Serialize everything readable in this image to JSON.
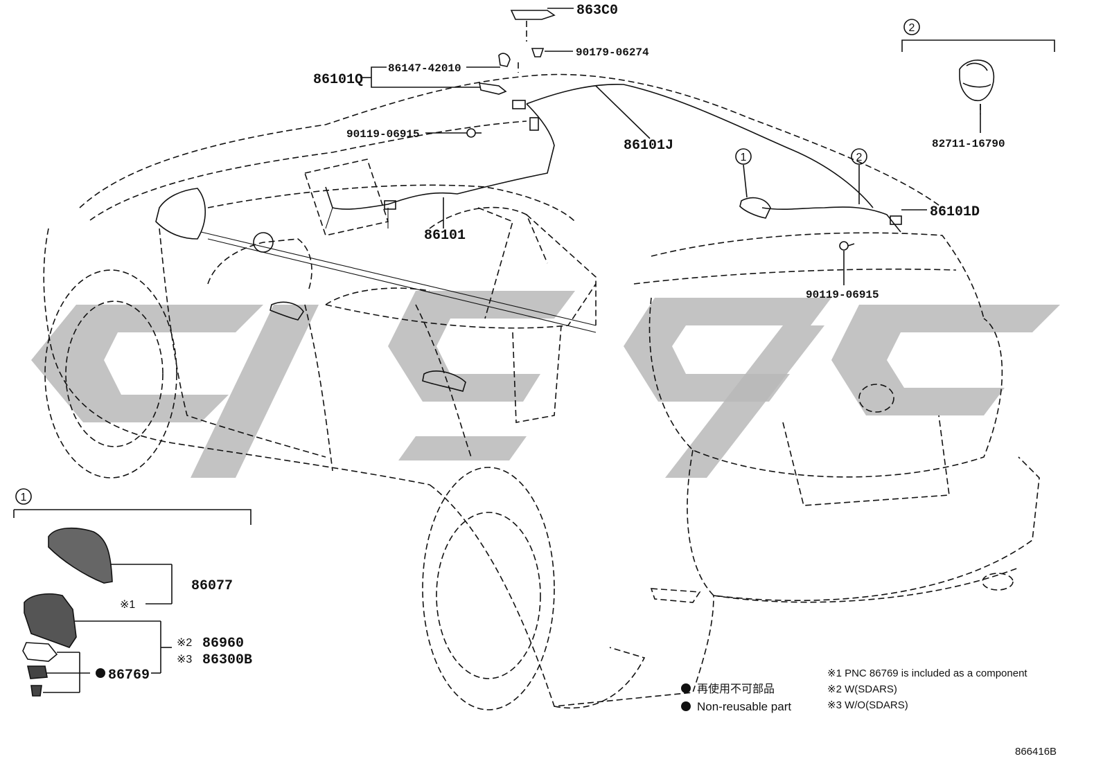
{
  "labels": {
    "p863c0": "863C0",
    "p90179": "90179-06274",
    "p86147": "86147-42010",
    "p86101q": "86101Q",
    "p90119_top": "90119-06915",
    "p86101j": "86101J",
    "p86101": "86101",
    "p86101d": "86101D",
    "p90119_right": "90119-06915",
    "p82711": "82711-16790",
    "p86077": "86077",
    "p86960": "86960",
    "p86300b": "86300B",
    "p86769": "86769"
  },
  "callouts": {
    "c1": "1",
    "c2": "2"
  },
  "marks": {
    "ref1": "※1",
    "ref2": "※2",
    "ref3": "※3"
  },
  "legend": {
    "jp": "再使用不可部品",
    "en": "Non-reusable part"
  },
  "notes": {
    "n1": "※1 PNC 86769 is included as a component",
    "n2": "※2 W(SDARS)",
    "n3": "※3 W/O(SDARS)"
  },
  "diagram_id": "866416B",
  "colors": {
    "ink": "#111111",
    "watermark": "#b9b9b9",
    "background": "#ffffff"
  }
}
